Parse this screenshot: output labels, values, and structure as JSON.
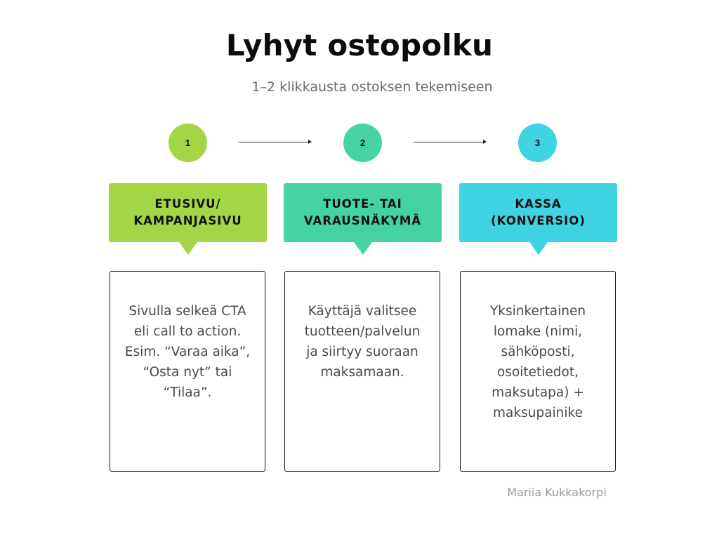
{
  "header": {
    "title": "Lyhyt ostopolku",
    "subtitle": "1–2 klikkausta ostoksen tekemiseen"
  },
  "colors": {
    "step1": "#a3d545",
    "step2": "#45d3a3",
    "step3": "#40d3e1",
    "card_border": "#111111",
    "body_text": "#4a4a4a"
  },
  "steps": [
    {
      "number": "1",
      "label": "ETUSIVU/\nKAMPANJASIVU",
      "description": "Sivulla selkeä CTA\neli call to action.\nEsim. “Varaa aika”,\n“Osta nyt” tai\n“Tilaa”."
    },
    {
      "number": "2",
      "label": "TUOTE- TAI\nVARAUSNÄKYMÄ",
      "description": "Käyttäjä valitsee\ntuotteen/palvelun\nja siirtyy suoraan\nmaksamaan."
    },
    {
      "number": "3",
      "label": "KASSA\n(KONVERSIO)",
      "description": "Yksinkertainen\nlomake (nimi,\nsähköposti,\nosoitetiedot,\nmaksutapa) +\nmaksupainike"
    }
  ],
  "connectors": [
    {
      "from": "1",
      "to": "2",
      "icon": "arrow-right-icon"
    },
    {
      "from": "2",
      "to": "3",
      "icon": "arrow-right-icon"
    }
  ],
  "footer": {
    "author": "Mariia Kukkakorpi"
  }
}
